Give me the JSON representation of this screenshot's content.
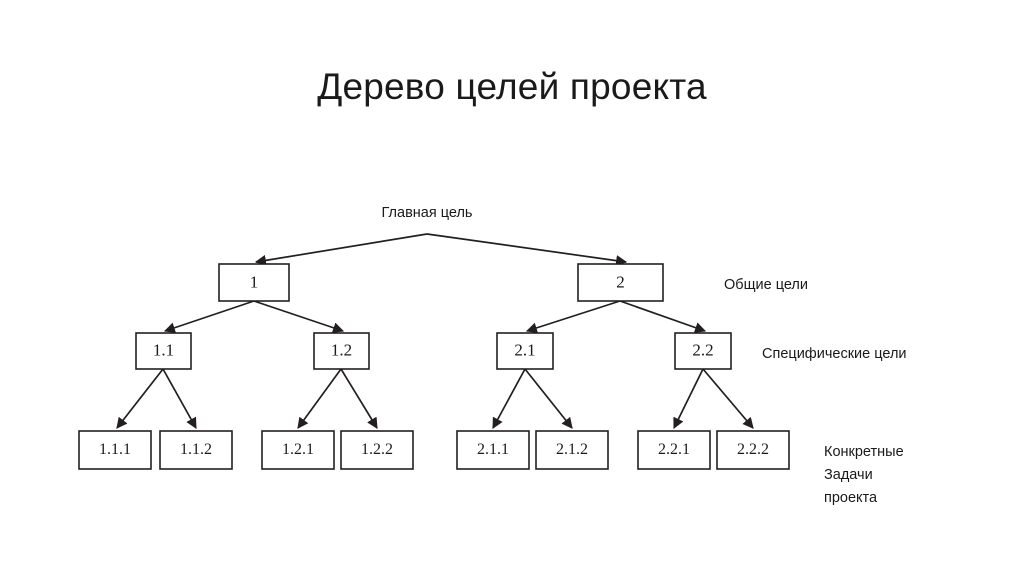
{
  "slide": {
    "title": "Дерево целей проекта",
    "background_color": "#ffffff",
    "line_color": "#231f20",
    "text_color": "#1a1a1a"
  },
  "tree": {
    "root": {
      "label": "Главная цель"
    },
    "level1": [
      {
        "label": "1"
      },
      {
        "label": "2"
      }
    ],
    "level2": [
      {
        "label": "1.1"
      },
      {
        "label": "1.2"
      },
      {
        "label": "2.1"
      },
      {
        "label": "2.2"
      }
    ],
    "level3": [
      {
        "label": "1.1.1"
      },
      {
        "label": "1.1.2"
      },
      {
        "label": "1.2.1"
      },
      {
        "label": "1.2.2"
      },
      {
        "label": "2.1.1"
      },
      {
        "label": "2.1.2"
      },
      {
        "label": "2.2.1"
      },
      {
        "label": "2.2.2"
      }
    ]
  },
  "tier_labels": {
    "general": "Общие цели",
    "specific": "Специфические цели",
    "tasks_line1": "Конкретные",
    "tasks_line2": "Задачи",
    "tasks_line3": "проекта"
  },
  "chart_data": {
    "type": "diagram",
    "diagram_kind": "goal-tree",
    "title": "Дерево целей проекта",
    "levels": [
      {
        "tier": "root",
        "tier_label": "",
        "nodes": [
          "Главная цель"
        ]
      },
      {
        "tier": "level1",
        "tier_label": "Общие цели",
        "nodes": [
          "1",
          "2"
        ]
      },
      {
        "tier": "level2",
        "tier_label": "Специфические цели",
        "nodes": [
          "1.1",
          "1.2",
          "2.1",
          "2.2"
        ]
      },
      {
        "tier": "level3",
        "tier_label": "Конкретные Задачи проекта",
        "nodes": [
          "1.1.1",
          "1.1.2",
          "1.2.1",
          "1.2.2",
          "2.1.1",
          "2.1.2",
          "2.2.1",
          "2.2.2"
        ]
      }
    ],
    "edges": [
      {
        "from": "Главная цель",
        "to": "1"
      },
      {
        "from": "Главная цель",
        "to": "2"
      },
      {
        "from": "1",
        "to": "1.1"
      },
      {
        "from": "1",
        "to": "1.2"
      },
      {
        "from": "2",
        "to": "2.1"
      },
      {
        "from": "2",
        "to": "2.2"
      },
      {
        "from": "1.1",
        "to": "1.1.1"
      },
      {
        "from": "1.1",
        "to": "1.1.2"
      },
      {
        "from": "1.2",
        "to": "1.2.1"
      },
      {
        "from": "1.2",
        "to": "1.2.2"
      },
      {
        "from": "2.1",
        "to": "2.1.1"
      },
      {
        "from": "2.1",
        "to": "2.1.2"
      },
      {
        "from": "2.2",
        "to": "2.2.1"
      },
      {
        "from": "2.2",
        "to": "2.2.2"
      }
    ]
  }
}
